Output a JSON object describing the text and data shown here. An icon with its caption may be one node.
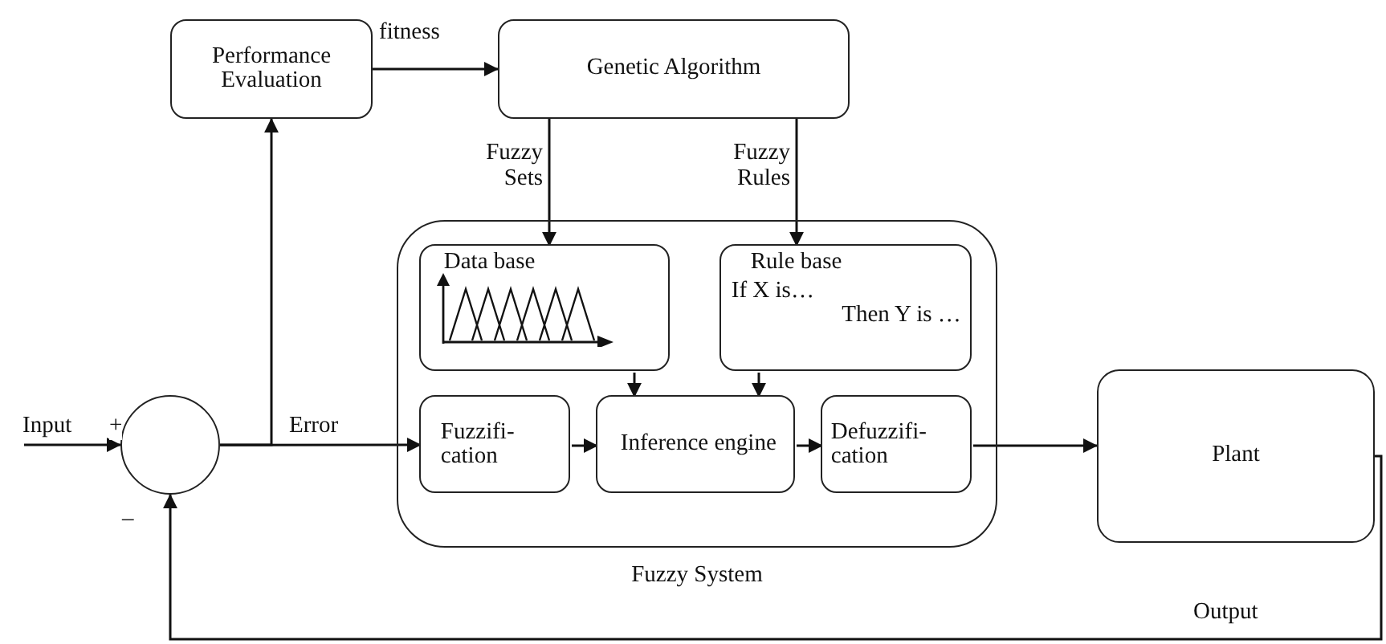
{
  "diagram": {
    "nodes": [
      {
        "text": [
          "Performance Evaluation"
        ]
      },
      {
        "text": [
          "Genetic Algorithm"
        ]
      },
      {
        "text": [
          "Fuzzy System"
        ]
      },
      {
        "text": [
          "Data base"
        ],
        "in": 2
      },
      {
        "text": [
          "Rule base",
          "If X is…",
          "Then Y is …"
        ],
        "in": 2
      },
      {
        "text": [
          "Fuzzifi- cation"
        ],
        "in": 2
      },
      {
        "text": [
          "Inference engine"
        ],
        "in": 2
      },
      {
        "text": [
          "Defuzzifi- cation"
        ],
        "in": 2
      },
      {
        "text": [
          "Plant"
        ]
      },
      {
        "text": [],
        "shape": "circle"
      }
    ],
    "edges": [
      {
        "from": null,
        "to": 9,
        "arrow": "to",
        "label": "Input"
      },
      {
        "from": 9,
        "to": 5,
        "arrow": "to",
        "label": "Error"
      },
      {
        "from": 9,
        "to": 0,
        "arrow": "to"
      },
      {
        "from": 0,
        "to": 1,
        "arrow": "to",
        "label": "fitness"
      },
      {
        "from": 1,
        "to": 3,
        "arrow": "to",
        "label": "Fuzzy Sets"
      },
      {
        "from": 1,
        "to": 4,
        "arrow": "to",
        "label": "Fuzzy Rules"
      },
      {
        "from": 3,
        "to": 6,
        "arrow": "to"
      },
      {
        "from": 4,
        "to": 6,
        "arrow": "to"
      },
      {
        "from": 5,
        "to": 6,
        "arrow": "to"
      },
      {
        "from": 6,
        "to": 7,
        "arrow": "to"
      },
      {
        "from": 7,
        "to": 8,
        "arrow": "to"
      },
      {
        "from": 8,
        "to": 9,
        "arrow": "to"
      }
    ],
    "labels": [
      "+",
      "–",
      "Output"
    ]
  }
}
